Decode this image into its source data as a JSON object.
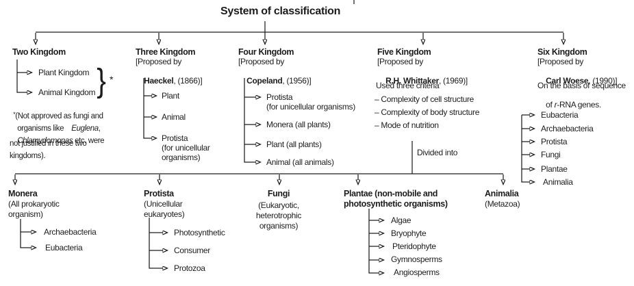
{
  "title": "System of classification",
  "systems": {
    "two": {
      "heading": "Two Kingdom",
      "items": [
        "Plant Kingdom",
        "Animal Kingdom"
      ],
      "brace": "}",
      "star": "*",
      "note": {
        "star": "*",
        "l1": "(Not approved as fungi and",
        "l2a": "organisms like    ",
        "l2b": "Euglena",
        "l2c": ",",
        "l3a": "Chlamydomonas",
        "l3b": " etc. were",
        "l4": "not justified in these two",
        "l5": "kingdoms)."
      }
    },
    "three": {
      "heading": "Three Kingdom",
      "proposed_1": "[Proposed by",
      "proposed_name": "Haeckel",
      "proposed_2": ", (1866)]",
      "items": [
        "Plant",
        "Animal",
        "Protista"
      ],
      "item3_sub1": "(for unicellular",
      "item3_sub2": "organisms)"
    },
    "four": {
      "heading": "Four Kingdom",
      "proposed_1": "[Proposed by",
      "proposed_name": "Copeland",
      "proposed_2": ", (1956)]",
      "items": [
        "Protista",
        "(for unicellular organisms)",
        "Monera (all plants)",
        "Plant (all plants)",
        "Animal (all animals)"
      ]
    },
    "five": {
      "heading": "Five Kingdom",
      "proposed_1": "[Proposed by",
      "proposed_name": "R.H. Whittaker",
      "proposed_2": ", (1969)]",
      "criteria_title": "Used three criteria",
      "criteria": [
        "– Complexity of cell structure",
        "– Complexity of body structure",
        "– Mode of nutrition"
      ],
      "divided_label": "Divided into"
    },
    "six": {
      "heading": "Six Kingdom",
      "proposed_1": "[Proposed by",
      "proposed_name": "Carl Woese",
      "proposed_2": ", (1990)]",
      "basis_l1": "On the basis of sequence",
      "basis_l2a": "of ",
      "basis_l2b": "r",
      "basis_l2c": "-RNA genes.",
      "items": [
        "Eubacteria",
        "Archaebacteria",
        "Protista",
        "Fungi",
        "Plantae",
        "Animalia"
      ]
    }
  },
  "divisions": {
    "monera": {
      "heading": "Monera",
      "sub1": "(All prokaryotic",
      "sub2": "organism)",
      "items": [
        "Archaebacteria",
        "Eubacteria"
      ]
    },
    "protista": {
      "heading": "Protista",
      "sub1": "(Unicellular",
      "sub2": "eukaryotes)",
      "items": [
        "Photosynthetic",
        "Consumer",
        "Protozoa"
      ]
    },
    "fungi": {
      "heading": "Fungi",
      "sub1": "(Eukaryotic,",
      "sub2": "heterotrophic",
      "sub3": "organisms)"
    },
    "plantae": {
      "heading_l1": "Plantae (non-mobile and",
      "heading_l2": "photosynthetic organisms)",
      "items": [
        "Algae",
        "Bryophyte",
        "Pteridophyte",
        "Gymnosperms",
        "Angiosperms"
      ]
    },
    "animalia": {
      "heading": "Animalia",
      "sub1": "(Metazoa)"
    }
  }
}
